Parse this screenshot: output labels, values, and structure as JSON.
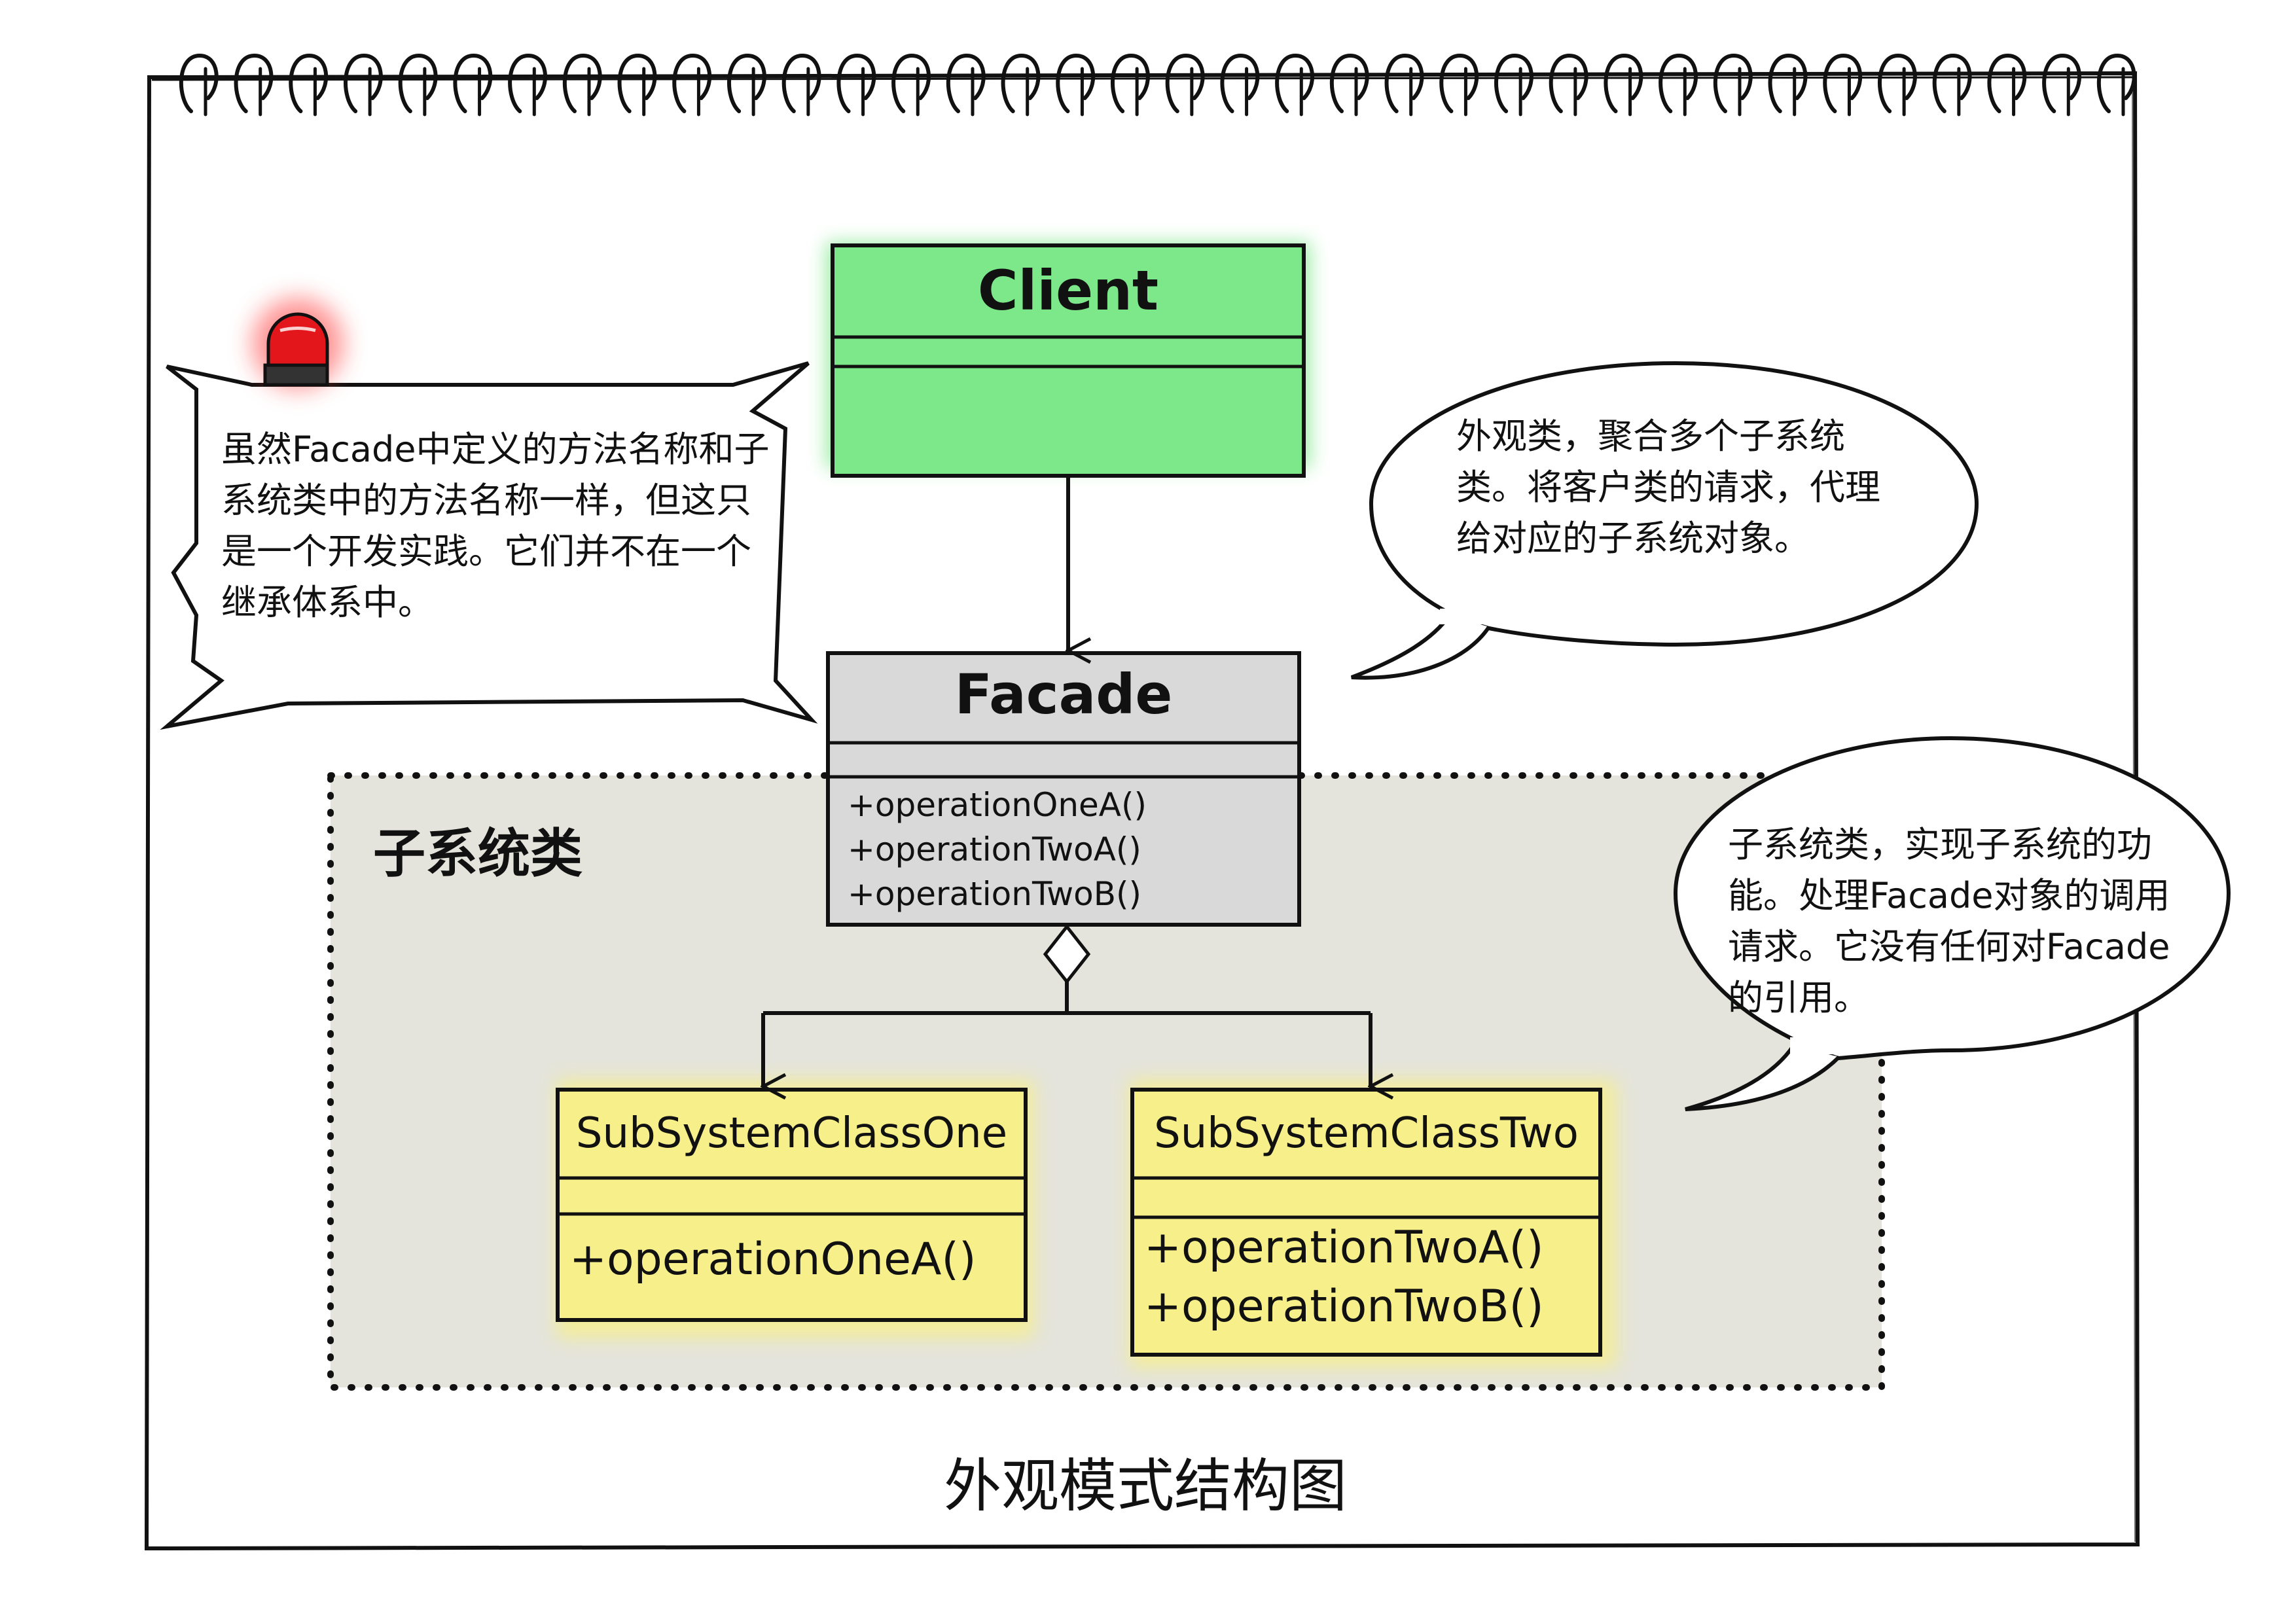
{
  "diagram": {
    "caption": "外观模式结构图",
    "group_label": "子系统类",
    "colors": {
      "client_fill": "#7de88a",
      "facade_fill": "#d9d9d9",
      "subsystem_fill": "#f7ef8a",
      "group_fill": "#e4e4dc",
      "alarm_red": "#e3161b",
      "line": "#111111"
    },
    "classes": {
      "client": {
        "name": "Client",
        "operations": []
      },
      "facade": {
        "name": "Facade",
        "operations": [
          "+operationOneA()",
          "+operationTwoA()",
          "+operationTwoB()"
        ]
      },
      "sub_one": {
        "name": "SubSystemClassOne",
        "operations": [
          "+operationOneA()"
        ]
      },
      "sub_two": {
        "name": "SubSystemClassTwo",
        "operations": [
          "+operationTwoA()",
          "+operationTwoB()"
        ]
      }
    },
    "notes": {
      "warning": "虽然Facade中定义的方法名称和子系统类中的方法名称一样，但这只是一个开发实践。它们并不在一个继承体系中。",
      "facade_note": "外观类，聚合多个子系统类。将客户类的请求，代理给对应的子系统对象。",
      "subsystem_note": "子系统类，实现子系统的功能。处理Facade对象的调用请求。它没有任何对Facade的引用。"
    },
    "icons": {
      "spiral_binding": "spiral-binding-icon",
      "alarm": "alarm-light-icon"
    }
  }
}
